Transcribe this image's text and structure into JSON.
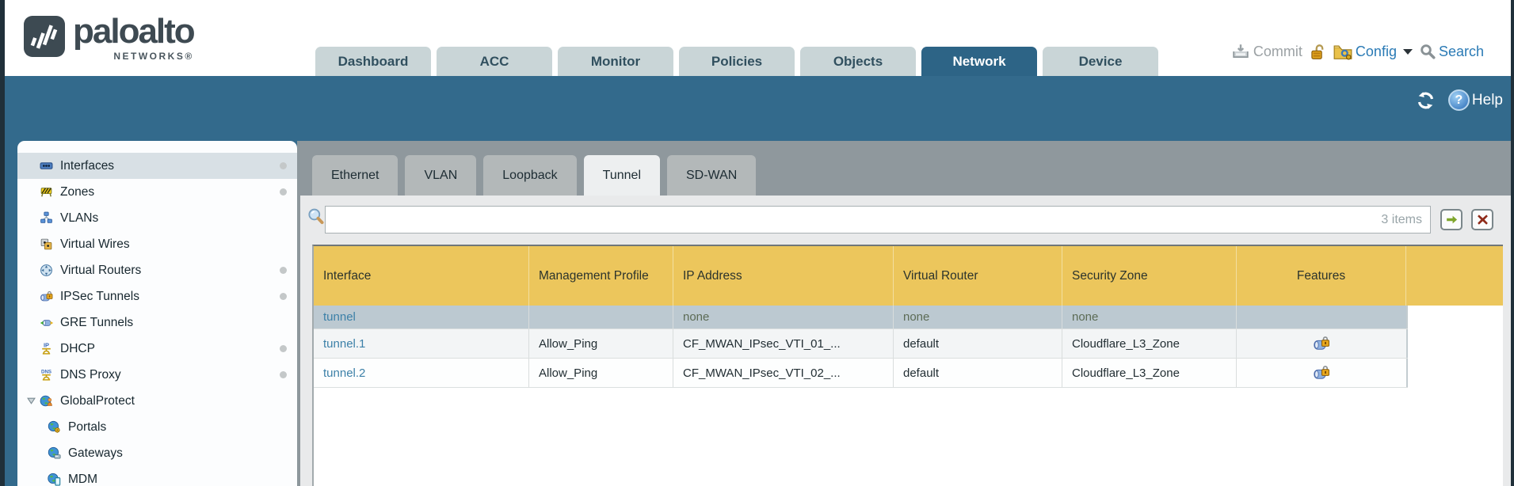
{
  "brand": {
    "name": "paloalto",
    "sub": "NETWORKS®"
  },
  "nav_tabs": [
    {
      "label": "Dashboard",
      "active": false
    },
    {
      "label": "ACC",
      "active": false
    },
    {
      "label": "Monitor",
      "active": false
    },
    {
      "label": "Policies",
      "active": false
    },
    {
      "label": "Objects",
      "active": false
    },
    {
      "label": "Network",
      "active": true
    },
    {
      "label": "Device",
      "active": false
    }
  ],
  "header_actions": {
    "commit": "Commit",
    "config": "Config",
    "search": "Search"
  },
  "utility": {
    "help": "Help"
  },
  "sidebar": {
    "items": [
      {
        "label": "Interfaces",
        "icon": "interfaces-icon",
        "selected": true,
        "dot": true
      },
      {
        "label": "Zones",
        "icon": "zones-icon",
        "dot": true
      },
      {
        "label": "VLANs",
        "icon": "vlans-icon",
        "dot": false
      },
      {
        "label": "Virtual Wires",
        "icon": "virtual-wires-icon",
        "dot": false
      },
      {
        "label": "Virtual Routers",
        "icon": "virtual-routers-icon",
        "dot": true
      },
      {
        "label": "IPSec Tunnels",
        "icon": "ipsec-tunnels-icon",
        "dot": true
      },
      {
        "label": "GRE Tunnels",
        "icon": "gre-tunnels-icon",
        "dot": false
      },
      {
        "label": "DHCP",
        "icon": "dhcp-icon",
        "dot": true
      },
      {
        "label": "DNS Proxy",
        "icon": "dns-proxy-icon",
        "dot": true
      },
      {
        "label": "GlobalProtect",
        "icon": "globalprotect-icon",
        "expanded": true
      },
      {
        "label": "Portals",
        "icon": "portals-icon",
        "child": true
      },
      {
        "label": "Gateways",
        "icon": "gateways-icon",
        "child": true
      },
      {
        "label": "MDM",
        "icon": "mdm-icon",
        "child": true
      }
    ]
  },
  "subtabs": [
    {
      "label": "Ethernet",
      "active": false
    },
    {
      "label": "VLAN",
      "active": false
    },
    {
      "label": "Loopback",
      "active": false
    },
    {
      "label": "Tunnel",
      "active": true
    },
    {
      "label": "SD-WAN",
      "active": false
    }
  ],
  "toolbar": {
    "filter_value": "",
    "items_count": "3 items"
  },
  "table": {
    "columns": [
      "Interface",
      "Management Profile",
      "IP Address",
      "Virtual Router",
      "Security Zone",
      "Features"
    ],
    "rows": [
      {
        "interface": "tunnel",
        "management_profile": "",
        "ip_address": "none",
        "virtual_router": "none",
        "security_zone": "none",
        "has_lock": false,
        "selected": true
      },
      {
        "interface": "tunnel.1",
        "management_profile": "Allow_Ping",
        "ip_address": "CF_MWAN_IPsec_VTI_01_...",
        "virtual_router": "default",
        "security_zone": "Cloudflare_L3_Zone",
        "has_lock": true,
        "selected": false
      },
      {
        "interface": "tunnel.2",
        "management_profile": "Allow_Ping",
        "ip_address": "CF_MWAN_IPsec_VTI_02_...",
        "virtual_router": "default",
        "security_zone": "Cloudflare_L3_Zone",
        "has_lock": true,
        "selected": false
      }
    ]
  },
  "colors": {
    "teal_band": "#336a8c",
    "active_nav_tab": "#2d6486",
    "table_header_yellow": "#ecc65c",
    "selected_row": "#bcc9d1",
    "link_blue": "#3c80a8",
    "sidebar_selected": "#d8e0e5"
  }
}
